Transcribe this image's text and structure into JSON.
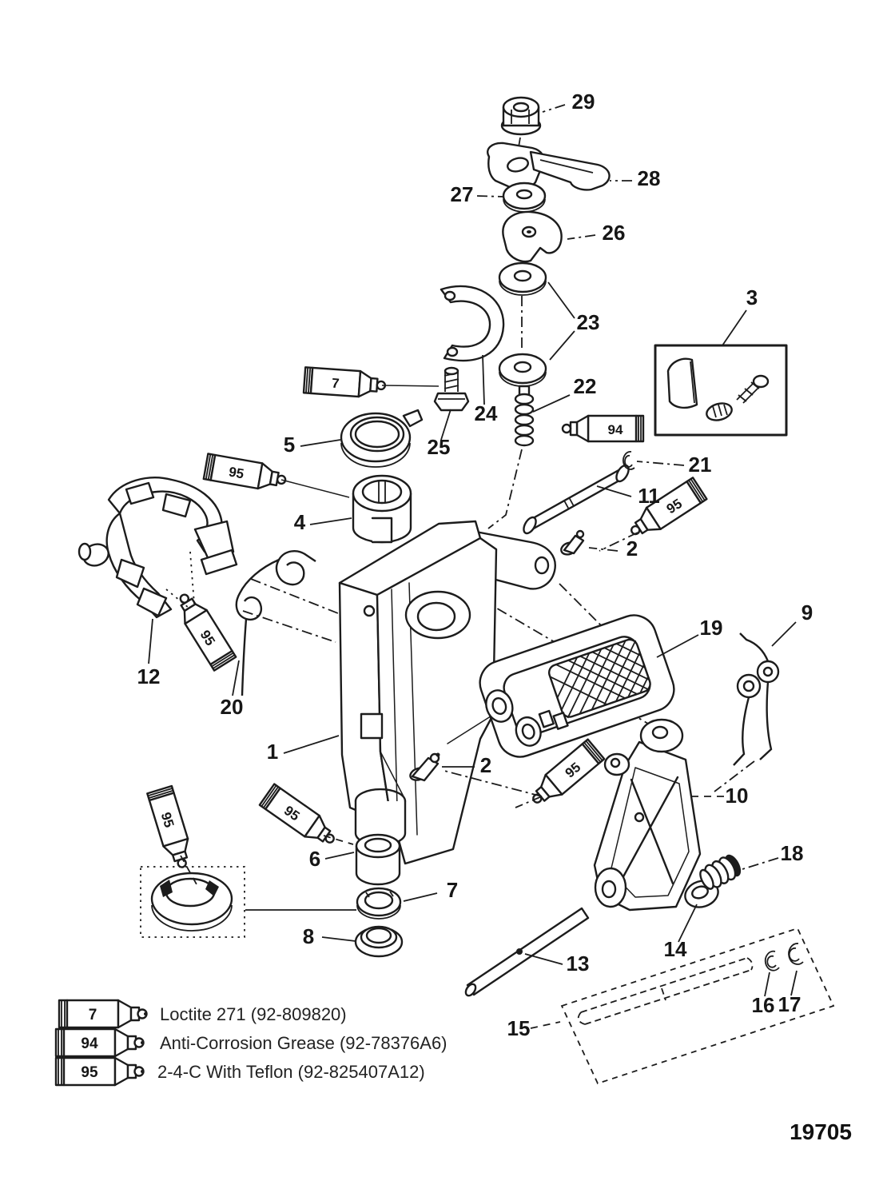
{
  "drawing_number": "19705",
  "callouts": {
    "c1": "1",
    "c2_upper": "2",
    "c2_lower": "2",
    "c3": "3",
    "c4": "4",
    "c5": "5",
    "c6": "6",
    "c7": "7",
    "c8": "8",
    "c9": "9",
    "c10": "10",
    "c11": "11",
    "c12": "12",
    "c13": "13",
    "c14": "14",
    "c15": "15",
    "c16": "16",
    "c17": "17",
    "c18": "18",
    "c19": "19",
    "c20": "20",
    "c21": "21",
    "c22": "22",
    "c23": "23",
    "c24": "24",
    "c25": "25",
    "c26": "26",
    "c27": "27",
    "c28": "28",
    "c29": "29"
  },
  "tube_labels": {
    "loctite": "7",
    "anticorrosion": "94",
    "teflon_a": "95",
    "teflon_b": "95",
    "teflon_c": "95",
    "teflon_d": "95",
    "teflon_e": "95",
    "teflon_f": "95"
  },
  "legend": {
    "rows": [
      {
        "code": "7",
        "text": "Loctite 271 (92-809820)"
      },
      {
        "code": "94",
        "text": "Anti-Corrosion Grease (92-78376A6)"
      },
      {
        "code": "95",
        "text": "2-4-C  With Teflon (92-825407A12)"
      }
    ]
  }
}
